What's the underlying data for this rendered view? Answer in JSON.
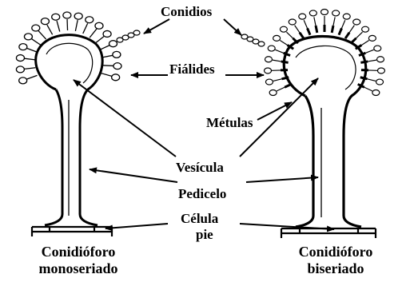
{
  "labels": {
    "conidios": "Conidios",
    "fialides": "Fiálides",
    "metulas": "Métulas",
    "vesicula": "Vesícula",
    "pedicelo": "Pedicelo",
    "celula": "Célula",
    "pie": "pie"
  },
  "left_caption": {
    "line1": "Conidióforo",
    "line2": "monoseriado"
  },
  "right_caption": {
    "line1": "Conidióforo",
    "line2": "biseriado"
  }
}
